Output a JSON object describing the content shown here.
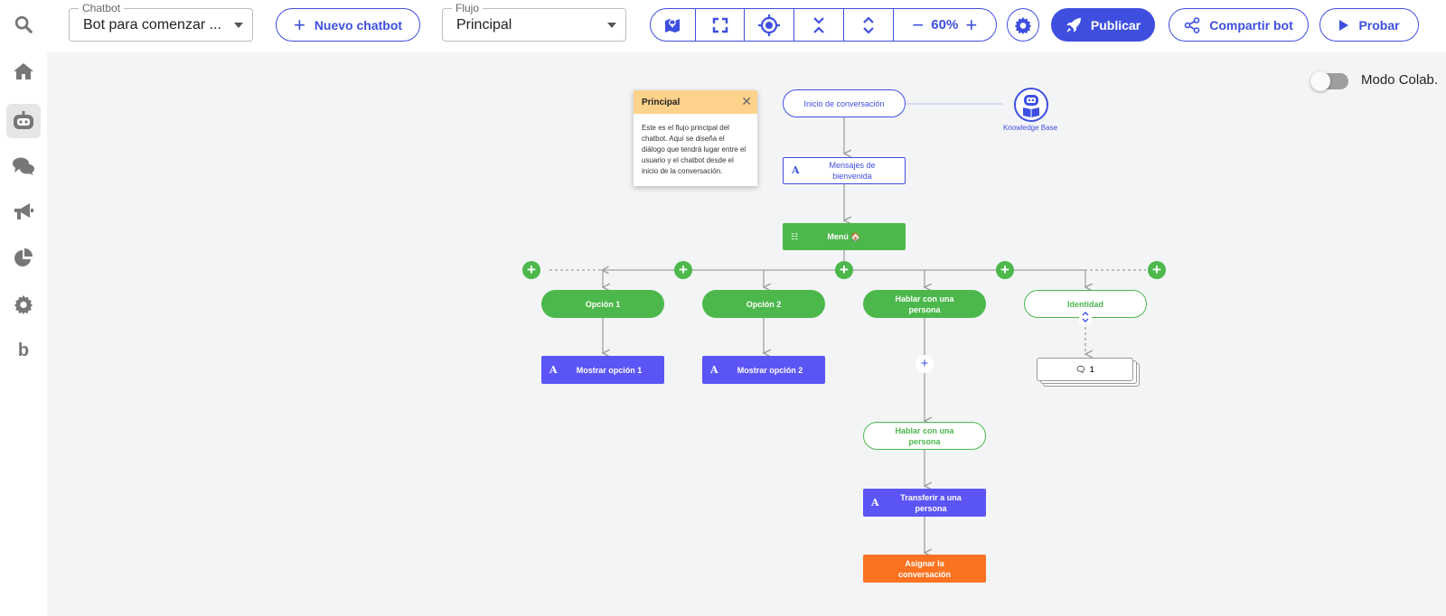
{
  "header": {
    "chatbot_legend": "Chatbot",
    "chatbot_value": "Bot para comenzar ...",
    "new_chatbot_label": "Nuevo chatbot",
    "flow_legend": "Flujo",
    "flow_value": "Principal",
    "zoom_level": "60%",
    "publish_label": "Publicar",
    "share_label": "Compartir bot",
    "test_label": "Probar"
  },
  "sidebar": {
    "items": [
      {
        "icon": "search-icon"
      },
      {
        "icon": "home-icon"
      },
      {
        "icon": "bot-icon",
        "active": true
      },
      {
        "icon": "chat-bubbles-icon"
      },
      {
        "icon": "megaphone-icon"
      },
      {
        "icon": "pie-chart-icon"
      },
      {
        "icon": "gear-icon"
      },
      {
        "icon": "brand-b-icon",
        "text": "b"
      }
    ]
  },
  "collab": {
    "label": "Modo Colab.",
    "enabled": false
  },
  "tooltip": {
    "title": "Principal",
    "body": "Este es el flujo principal del chatbot. Aquí se diseña el diálogo que tendrá lugar entre el usuario y el chatbot desde el inicio de la conversación."
  },
  "flow": {
    "start": "Inicio de conversación",
    "knowledge_base": "Knowledge Base",
    "welcome": "Mensajes de bienvenida",
    "menu": "Menú 🏠",
    "option1": "Opción 1",
    "option2": "Opción 2",
    "human": "Hablar con una persona",
    "identity": "Identidad",
    "show1": "Mostrar opción 1",
    "show2": "Mostrar opción 2",
    "human2": "Hablar con una persona",
    "transfer": "Transferir a una persona",
    "assign": "Asignar la conversación",
    "stack_count": "1"
  },
  "colors": {
    "accent": "#3e4fe0",
    "green": "#4cb84c",
    "purple": "#5b55f5",
    "orange": "#fb7321",
    "tooltip_header": "#fdd28a"
  }
}
